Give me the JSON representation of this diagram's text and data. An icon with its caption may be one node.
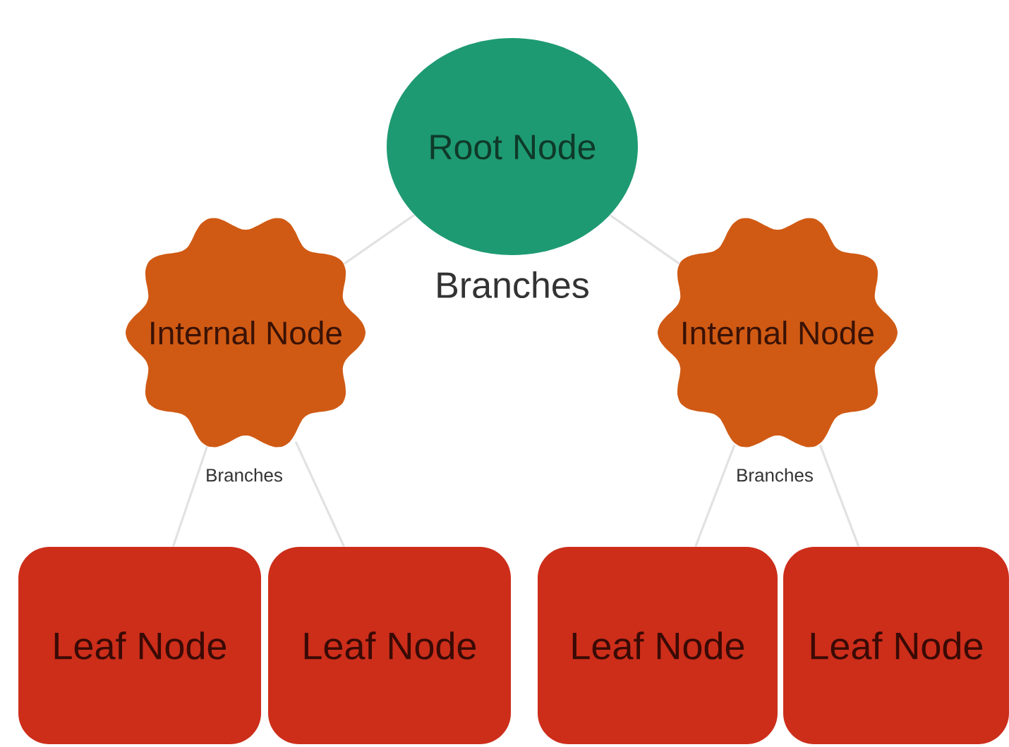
{
  "diagram": {
    "nodes": [
      {
        "text": [
          "Root Node"
        ]
      },
      {
        "text": [
          "Internal Node"
        ]
      },
      {
        "text": [
          "Internal Node"
        ]
      },
      {
        "text": [
          "Leaf Node"
        ]
      },
      {
        "text": [
          "Leaf Node"
        ]
      },
      {
        "text": [
          "Leaf Node"
        ]
      },
      {
        "text": [
          "Leaf Node"
        ]
      }
    ],
    "edges": [
      {
        "from": 0,
        "to": 1,
        "arrow": "none"
      },
      {
        "from": 0,
        "to": 2,
        "arrow": "none"
      },
      {
        "from": 1,
        "to": 3,
        "arrow": "none"
      },
      {
        "from": 1,
        "to": 4,
        "arrow": "none"
      },
      {
        "from": 2,
        "to": 5,
        "arrow": "none"
      },
      {
        "from": 2,
        "to": 6,
        "arrow": "none"
      }
    ],
    "labels": [
      "Branches",
      "Branches",
      "Branches"
    ]
  }
}
